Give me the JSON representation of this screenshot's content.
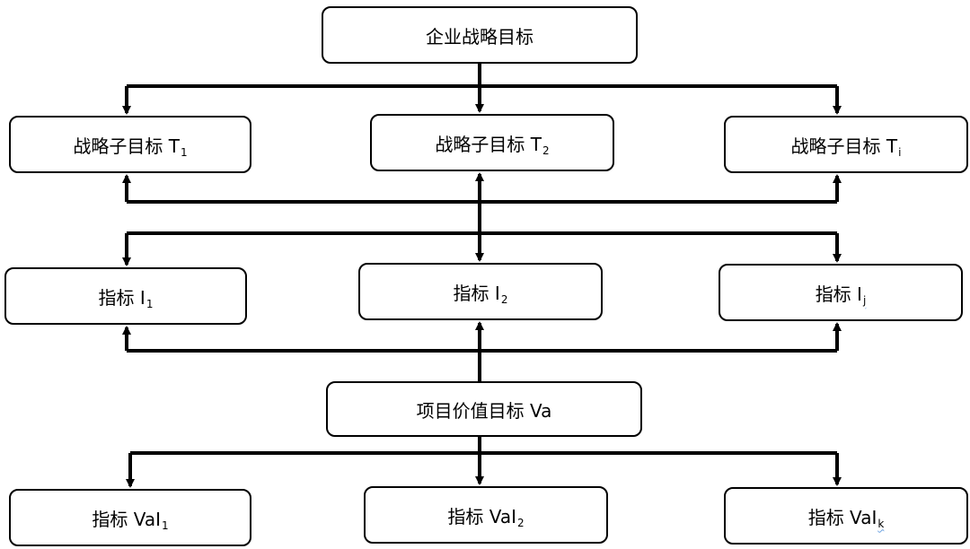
{
  "diagram": {
    "top_goal": {
      "text": "企业战略目标"
    },
    "strategic_subgoals": [
      {
        "base": "战略子目标 T",
        "sub": "1"
      },
      {
        "base": "战略子目标 T",
        "sub": "2"
      },
      {
        "base": "战略子目标 T",
        "sub": "i"
      }
    ],
    "indicators": [
      {
        "base": "指标 I",
        "sub": "1"
      },
      {
        "base": "指标 I",
        "sub": "2"
      },
      {
        "base": "指标 I",
        "sub": "j"
      }
    ],
    "project_value_goal": {
      "text": "项目价值目标 Va"
    },
    "value_indicators": [
      {
        "base": "指标 VaI",
        "sub": "1"
      },
      {
        "base": "指标 VaI",
        "sub": "2"
      },
      {
        "base": "指标 VaI",
        "sub": "k"
      }
    ]
  }
}
